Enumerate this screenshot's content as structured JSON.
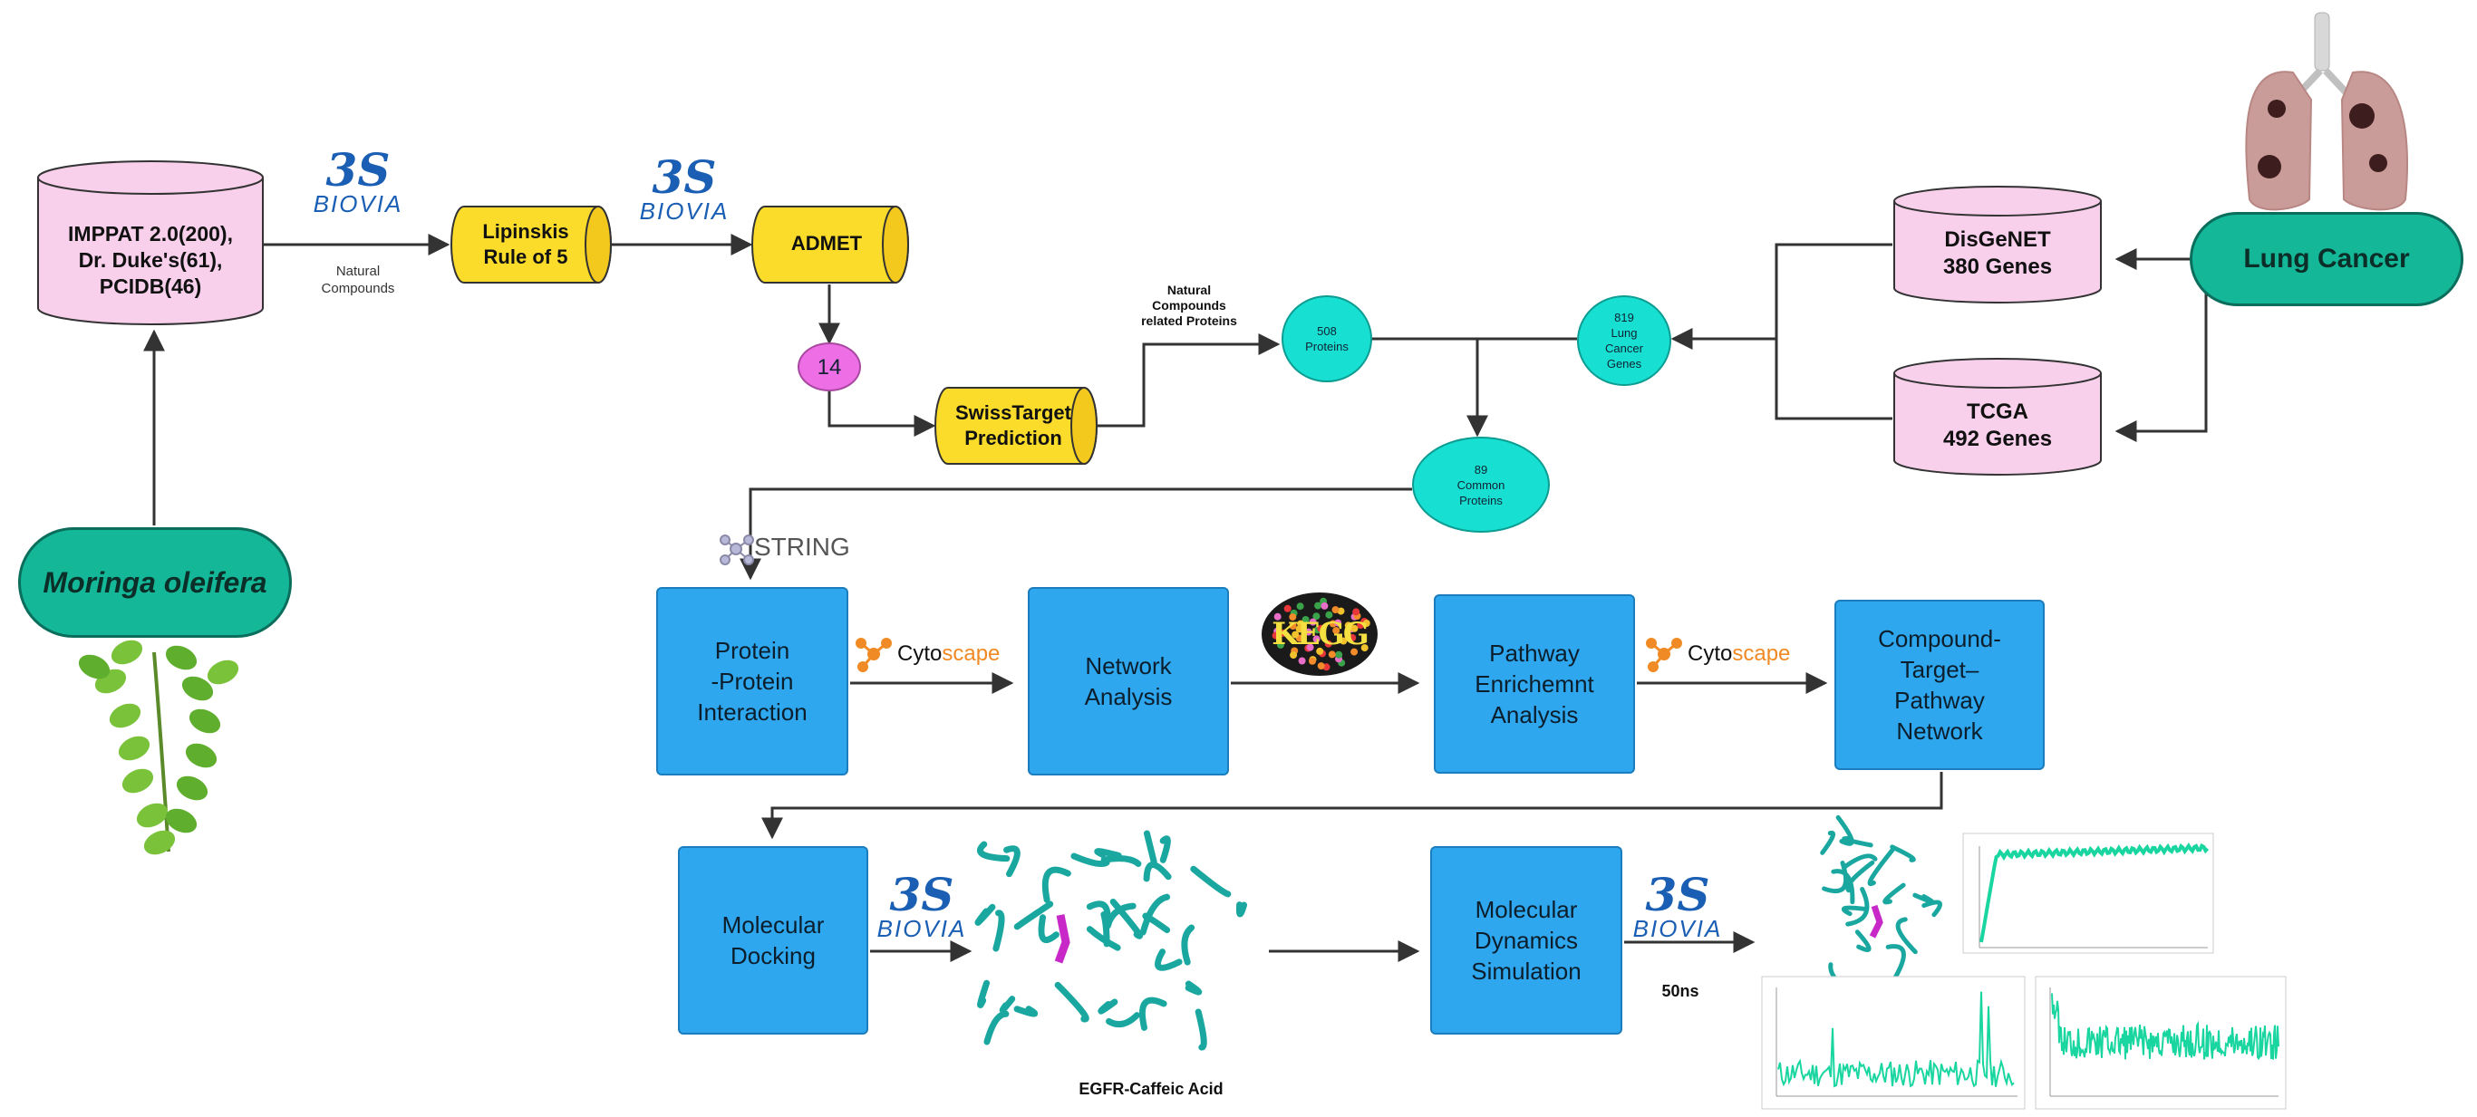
{
  "source": {
    "label": "Moringa oleifera"
  },
  "databases": {
    "label": "IMPPAT 2.0(200),\nDr. Duke's(61),\nPCIDB(46)"
  },
  "natural_compounds": "Natural\nCompounds",
  "lipinski": "Lipinskis\nRule of 5",
  "admet": "ADMET",
  "count_14": "14",
  "swisstarget": "SwissTarget\nPrediction",
  "compound_proteins_note": "Natural\nCompounds\nrelated Proteins",
  "proteins_508": "508\nProteins",
  "lung_genes_819": "819\nLung\nCancer\nGenes",
  "common_89": "89\nCommon\nProteins",
  "disgenet": "DisGeNET\n380 Genes",
  "tcga": "TCGA\n492 Genes",
  "lung_cancer": "Lung Cancer",
  "string_label": "STRING",
  "biovia": {
    "ds": "3S",
    "word": "BIOVIA"
  },
  "cytoscape": {
    "prefix": "Cyto",
    "suffix": "scape"
  },
  "kegg": "KEGG",
  "steps": {
    "ppi": "Protein\n-Protein\nInteraction",
    "network": "Network\nAnalysis",
    "pathway": "Pathway\nEnrichemnt\nAnalysis",
    "ctp": "Compound-\nTarget–\nPathway\nNetwork",
    "docking": "Molecular\nDocking",
    "md": "Molecular\nDynamics\nSimulation"
  },
  "docking_caption": "EGFR-Caffeic Acid",
  "md_duration": "50ns",
  "colors": {
    "teal_pill": "#14b898",
    "pink_cylinder": "#f8d0ec",
    "yellow_cylinder": "#fbdc2a",
    "cyan_circle": "#17e0d2",
    "magenta_circle": "#ee6ee6",
    "blue_box": "#2ea7ee",
    "biovia_blue": "#1a5fb4",
    "protein_teal": "#1aa7a0",
    "md_plot_green": "#19d6a0"
  }
}
